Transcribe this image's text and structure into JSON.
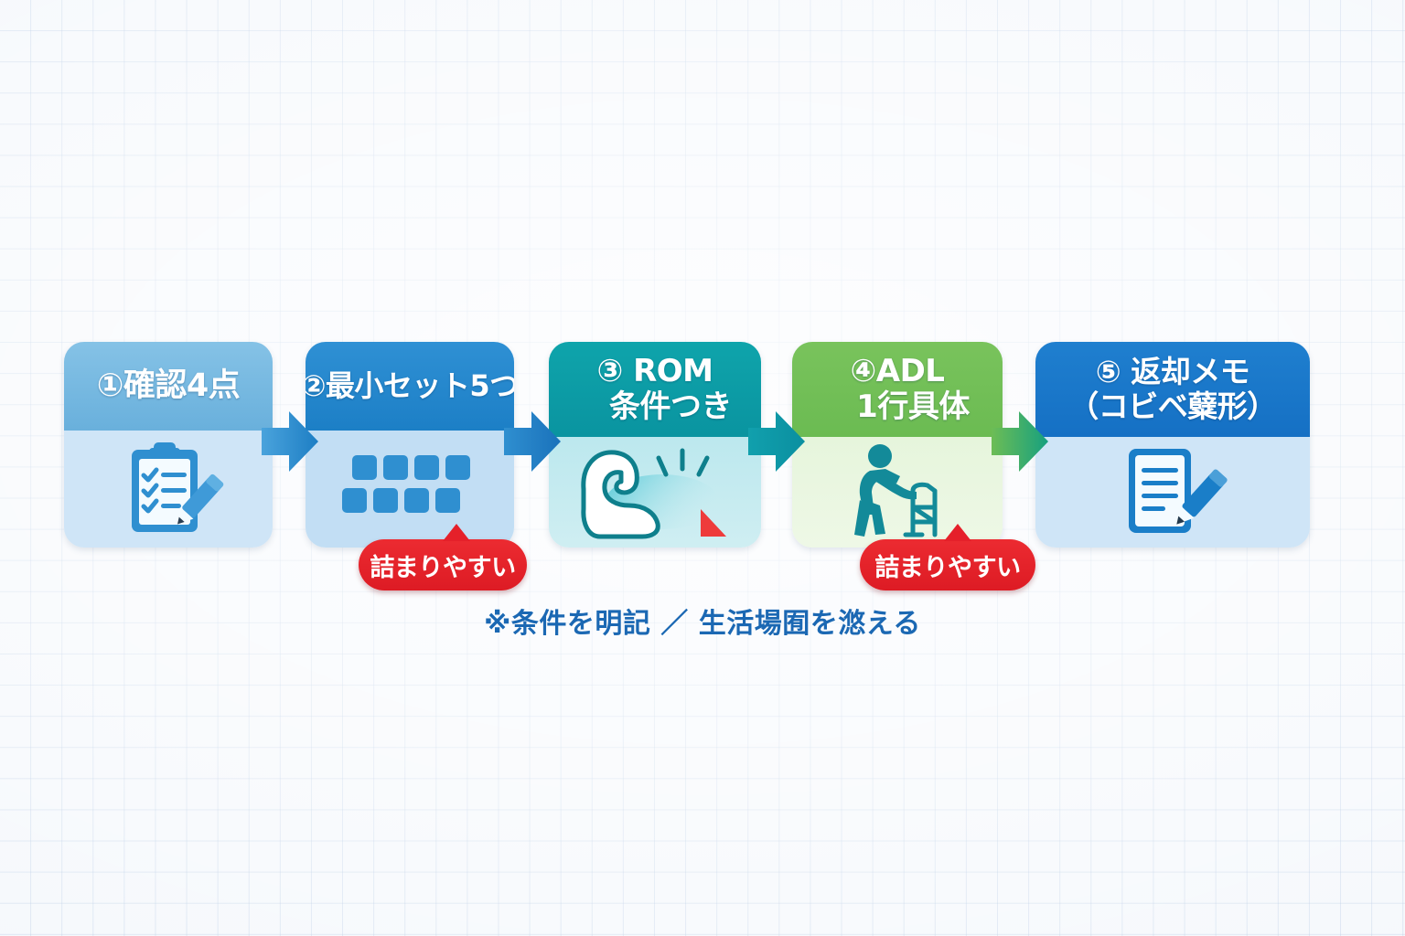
{
  "background": {
    "style": "graph-paper-grid",
    "grid_color": "#b0c6e2",
    "page_color": "#f5f8fc"
  },
  "diagram": {
    "type": "horizontal-process-flow",
    "step_count": 5,
    "steps": [
      {
        "number": "①",
        "title_line1": "①確認4点",
        "title_line2": "",
        "icon": "clipboard-checklist-pencil-icon",
        "header_color": "#69b0dc",
        "body_color": "#cfe5f7",
        "accent_color": "#2f8fd0"
      },
      {
        "number": "②",
        "title_line1": "②最小セット5つ",
        "title_line2": "",
        "icon": "square-grid-blocks-icon",
        "header_color": "#1c7fc6",
        "body_color": "#c2def4",
        "accent_color": "#2f8fd0"
      },
      {
        "number": "③",
        "title_line1": "③ ROM",
        "title_line2": "条件つき",
        "icon": "flexed-bicep-muscle-icon",
        "header_color": "#0a94a0",
        "body_color": "#bce8ee",
        "accent_color": "#0d8b97"
      },
      {
        "number": "④",
        "title_line1": "④ADL",
        "title_line2": "1行具体",
        "icon": "person-with-walker-icon",
        "header_color": "#6bbb52",
        "body_color": "#e6f5dc",
        "accent_color": "#138a99"
      },
      {
        "number": "⑤",
        "title_line1": "⑤ 返却メモ",
        "title_line2": "（コビベ糵形）",
        "icon": "document-with-pencil-icon",
        "header_color": "#1570c4",
        "body_color": "#cfe5f7",
        "accent_color": "#1f7fcf"
      }
    ],
    "arrows": [
      {
        "name": "arrow-step1-to-step2",
        "color_from": "#4aa3dc",
        "color_to": "#1d7ec4"
      },
      {
        "name": "arrow-step2-to-step3",
        "color_from": "#2f8fd0",
        "color_to": "#1a72bb"
      },
      {
        "name": "arrow-step3-to-step4",
        "color_from": "#11a0ad",
        "color_to": "#0b8fa0"
      },
      {
        "name": "arrow-step4-to-step5",
        "color_from": "#6dbd55",
        "color_to": "#16a07f"
      }
    ],
    "callouts": [
      {
        "name": "callout-bottleneck-step2",
        "label": "詰まりやすい",
        "color": "#e5202a"
      },
      {
        "name": "callout-bottleneck-step4",
        "label": "詰まりやすい",
        "color": "#e5202a"
      }
    ],
    "footnote": {
      "text": "※条件を明記 ／ 生活場囿を滺える",
      "color": "#1b68b3"
    }
  }
}
